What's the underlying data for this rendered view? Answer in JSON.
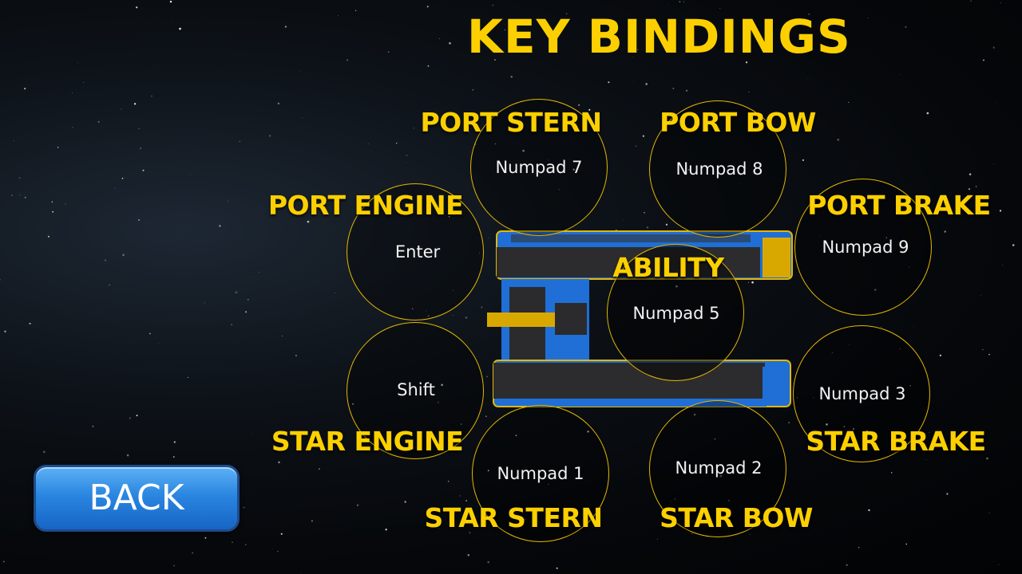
{
  "screen": {
    "title": "KEY BINDINGS",
    "back_label": "BACK"
  },
  "bindings": {
    "port_stern": {
      "label": "PORT STERN",
      "key": "Numpad 7"
    },
    "port_bow": {
      "label": "PORT BOW",
      "key": "Numpad 8"
    },
    "port_engine": {
      "label": "PORT ENGINE",
      "key": "Enter"
    },
    "port_brake": {
      "label": "PORT BRAKE",
      "key": "Numpad 9"
    },
    "ability": {
      "label": "ABILITY",
      "key": "Numpad 5"
    },
    "star_engine": {
      "label": "STAR ENGINE",
      "key": "Shift"
    },
    "star_brake": {
      "label": "STAR BRAKE",
      "key": "Numpad 3"
    },
    "star_stern": {
      "label": "STAR STERN",
      "key": "Numpad 1"
    },
    "star_bow": {
      "label": "STAR BOW",
      "key": "Numpad 2"
    }
  },
  "colors": {
    "accent_yellow": "#fcd000",
    "ring": "#e5b700",
    "ship_blue": "#1f6fd6",
    "ship_hull": "#2c2c2e",
    "button_blue": "#2a86e0"
  }
}
